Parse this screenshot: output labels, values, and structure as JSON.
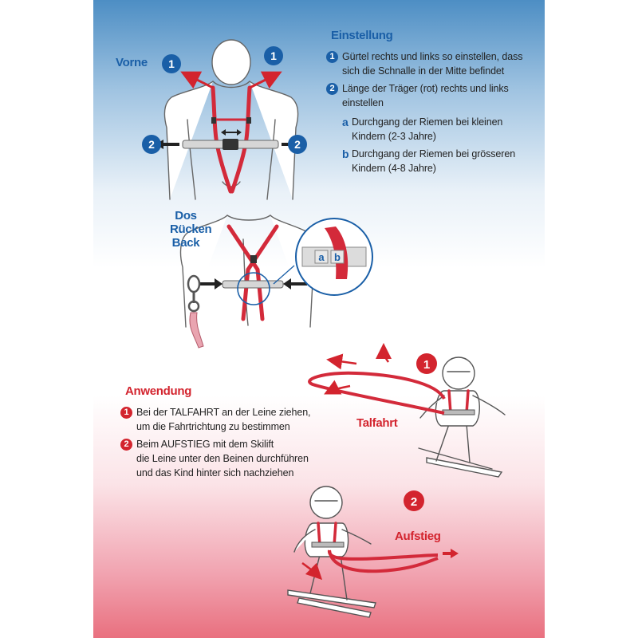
{
  "labels": {
    "front": "Vorne",
    "back_lines": [
      "Dos",
      "Rücken",
      "Back"
    ],
    "downhill": "Talfahrt",
    "uphill": "Aufstieg"
  },
  "setup": {
    "title": "Einstellung",
    "step1_num": "1",
    "step1_lines": [
      "Gürtel rechts und links so einstellen, dass",
      "sich die Schnalle in der Mitte befindet"
    ],
    "step2_num": "2",
    "step2_lines": [
      "Länge der Träger (rot) rechts und links",
      "einstellen"
    ],
    "sub_a_letter": "a",
    "sub_a_lines": [
      "Durchgang der Riemen bei kleinen",
      "Kindern (2-3 Jahre)"
    ],
    "sub_b_letter": "b",
    "sub_b_lines": [
      "Durchgang der Riemen bei grösseren",
      "Kindern (4-8 Jahre)"
    ]
  },
  "usage": {
    "title": "Anwendung",
    "step1_num": "1",
    "step1_lines": [
      "Bei der TALFAHRT an der Leine ziehen,",
      "um die Fahrtrichtung zu bestimmen"
    ],
    "step2_num": "2",
    "step2_lines": [
      "Beim AUFSTIEG mit dem Skilift",
      "die Leine unter den Beinen durchführen",
      "und das Kind hinter sich nachziehen"
    ]
  },
  "figure_markers": {
    "front_left_num": "1",
    "front_right_num": "1",
    "waist_left_num": "2",
    "waist_right_num": "2",
    "detail_a": "a",
    "detail_b": "b",
    "downhill_num": "1",
    "uphill_num": "2"
  },
  "colors": {
    "blue": "#1a5fa7",
    "red": "#d3242e",
    "strap": "#d32a3a",
    "outline": "#555555"
  }
}
